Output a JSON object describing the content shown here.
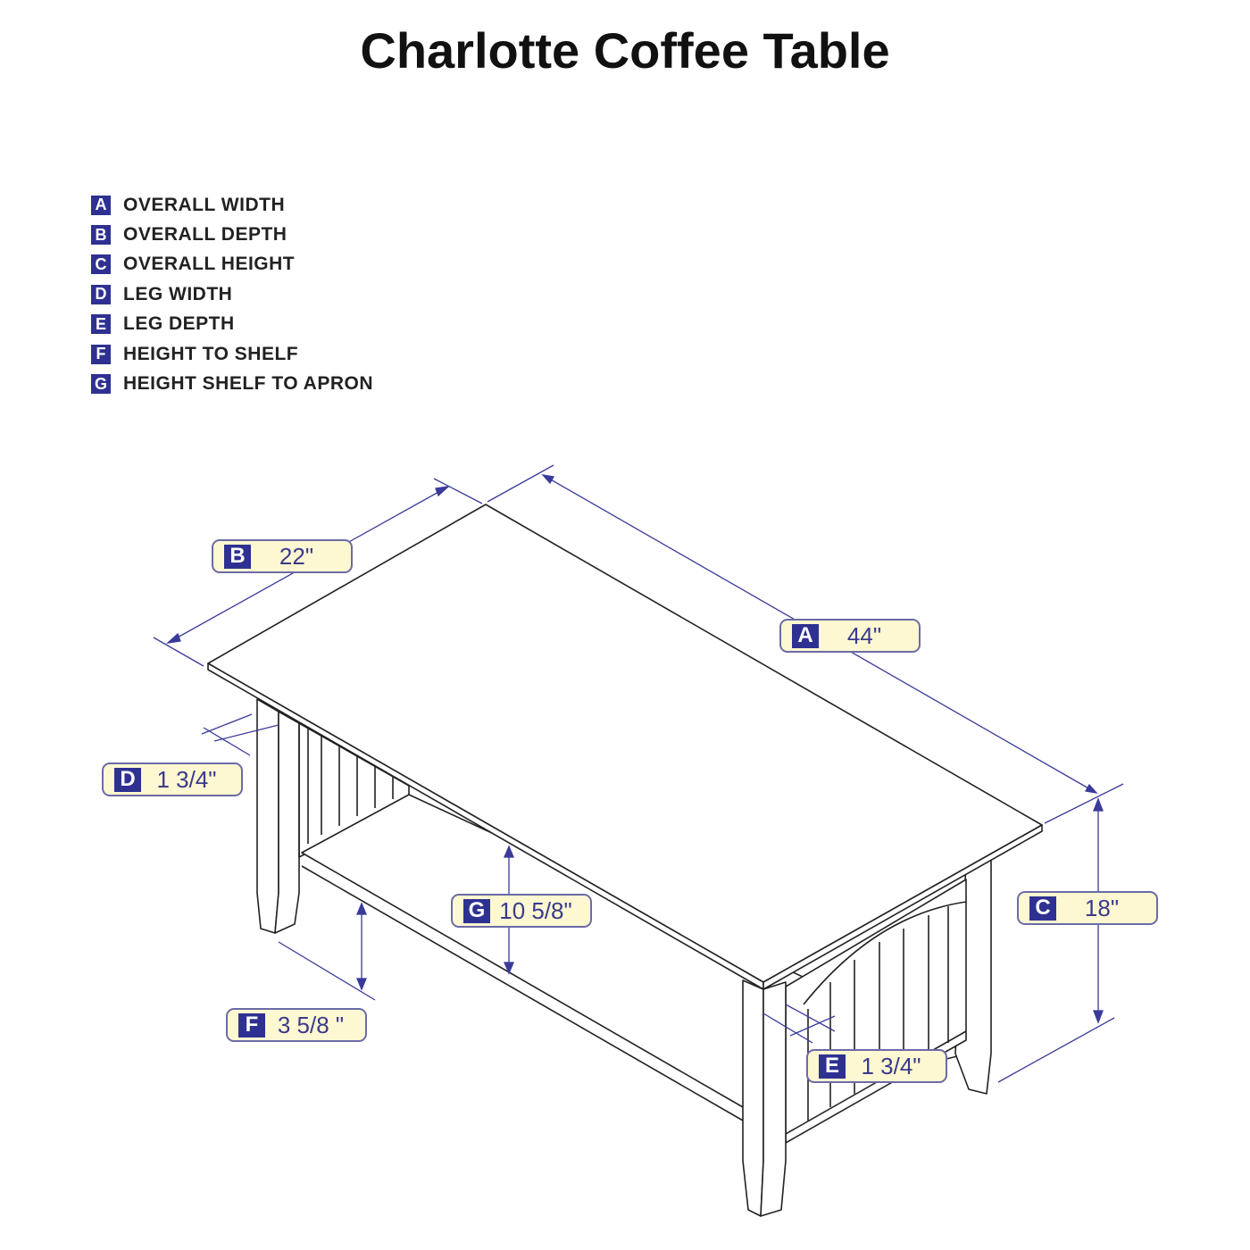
{
  "title": "Charlotte Coffee Table",
  "legend": [
    {
      "key": "A",
      "label": "OVERALL WIDTH"
    },
    {
      "key": "B",
      "label": "OVERALL DEPTH"
    },
    {
      "key": "C",
      "label": "OVERALL HEIGHT"
    },
    {
      "key": "D",
      "label": "LEG WIDTH"
    },
    {
      "key": "E",
      "label": "LEG DEPTH"
    },
    {
      "key": "F",
      "label": "HEIGHT TO SHELF"
    },
    {
      "key": "G",
      "label": "HEIGHT SHELF TO APRON"
    }
  ],
  "dimensions": {
    "A": {
      "key": "A",
      "value": "44\""
    },
    "B": {
      "key": "B",
      "value": "22\""
    },
    "C": {
      "key": "C",
      "value": "18\""
    },
    "D": {
      "key": "D",
      "value": "1 3/4\""
    },
    "E": {
      "key": "E",
      "value": "1 3/4\""
    },
    "F": {
      "key": "F",
      "value": "3 5/8 \""
    },
    "G": {
      "key": "G",
      "value": "10 5/8\""
    }
  },
  "colors": {
    "badge": "#2e3192",
    "label_fill": "#fdf8d2",
    "dim_line": "#3a3a9a"
  }
}
